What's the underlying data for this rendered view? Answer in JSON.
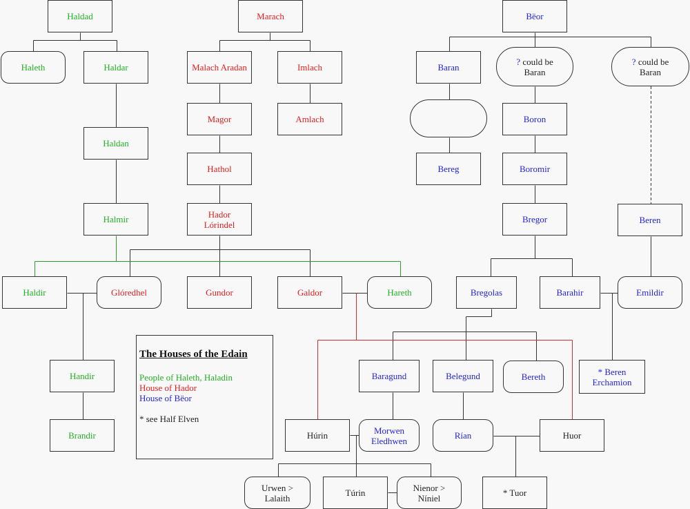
{
  "colors": {
    "green": "#22b022",
    "red": "#e02020",
    "blue": "#2424d8",
    "line": "#333333"
  },
  "legend": {
    "title": "The Houses of the Edain",
    "haleth": "People of Haleth, Haladin",
    "hador": "House of Hador",
    "beor": "House of Bëor",
    "note": "* see Half Elven"
  },
  "nodes": [
    {
      "id": "haldad",
      "label": "Haldad",
      "house": "g"
    },
    {
      "id": "haleth",
      "label": "Haleth",
      "house": "g"
    },
    {
      "id": "haldar",
      "label": "Haldar",
      "house": "g"
    },
    {
      "id": "haldan",
      "label": "Haldan",
      "house": "g"
    },
    {
      "id": "halmir",
      "label": "Halmir",
      "house": "g"
    },
    {
      "id": "haldir",
      "label": "Haldir",
      "house": "g"
    },
    {
      "id": "handir",
      "label": "Handir",
      "house": "g"
    },
    {
      "id": "brandir",
      "label": "Brandir",
      "house": "g"
    },
    {
      "id": "hareth",
      "label": "Hareth",
      "house": "g"
    },
    {
      "id": "marach",
      "label": "Marach",
      "house": "r"
    },
    {
      "id": "malach",
      "label": "Malach Aradan",
      "house": "r"
    },
    {
      "id": "imlach",
      "label": "Imlach",
      "house": "r"
    },
    {
      "id": "magor",
      "label": "Magor",
      "house": "r"
    },
    {
      "id": "amlach",
      "label": "Amlach",
      "house": "r"
    },
    {
      "id": "hathol",
      "label": "Hathol",
      "house": "r"
    },
    {
      "id": "hador",
      "label": "Hador Lórindel",
      "house": "r"
    },
    {
      "id": "gloredhel",
      "label": "Glóredhel",
      "house": "r"
    },
    {
      "id": "gundor",
      "label": "Gundor",
      "house": "r"
    },
    {
      "id": "galdor",
      "label": "Galdor",
      "house": "r"
    },
    {
      "id": "beor",
      "label": "Bëor",
      "house": "b"
    },
    {
      "id": "baran",
      "label": "Baran",
      "house": "b"
    },
    {
      "id": "could1",
      "label": "could be Baran",
      "mark": "?",
      "house": "k"
    },
    {
      "id": "could2",
      "label": "could be Baran",
      "mark": "?",
      "house": "k"
    },
    {
      "id": "empty",
      "label": "",
      "house": "k"
    },
    {
      "id": "boron",
      "label": "Boron",
      "house": "b"
    },
    {
      "id": "bereg",
      "label": "Bereg",
      "house": "b"
    },
    {
      "id": "boromir",
      "label": "Boromir",
      "house": "b"
    },
    {
      "id": "bregor",
      "label": "Bregor",
      "house": "b"
    },
    {
      "id": "beren",
      "label": "Beren",
      "house": "b"
    },
    {
      "id": "bregolas",
      "label": "Bregolas",
      "house": "b"
    },
    {
      "id": "barahir",
      "label": "Barahir",
      "house": "b"
    },
    {
      "id": "emildir",
      "label": "Emildir",
      "house": "b"
    },
    {
      "id": "baragund",
      "label": "Baragund",
      "house": "b"
    },
    {
      "id": "belegund",
      "label": "Belegund",
      "house": "b"
    },
    {
      "id": "bereth",
      "label": "Bereth",
      "house": "b"
    },
    {
      "id": "berenE",
      "label": "* Beren Erchamion",
      "house": "b"
    },
    {
      "id": "hurin",
      "label": "Húrin",
      "house": "k"
    },
    {
      "id": "morwen",
      "label": "Morwen Eledhwen",
      "house": "b"
    },
    {
      "id": "rian",
      "label": "Rían",
      "house": "b"
    },
    {
      "id": "huor",
      "label": "Huor",
      "house": "k"
    },
    {
      "id": "urwen",
      "label": "Urwen > Lalaith",
      "house": "k"
    },
    {
      "id": "turin",
      "label": "Túrin",
      "house": "k"
    },
    {
      "id": "nienor",
      "label": "Nienor > Níniel",
      "house": "k"
    },
    {
      "id": "tuor",
      "label": "* Tuor",
      "house": "k"
    }
  ]
}
